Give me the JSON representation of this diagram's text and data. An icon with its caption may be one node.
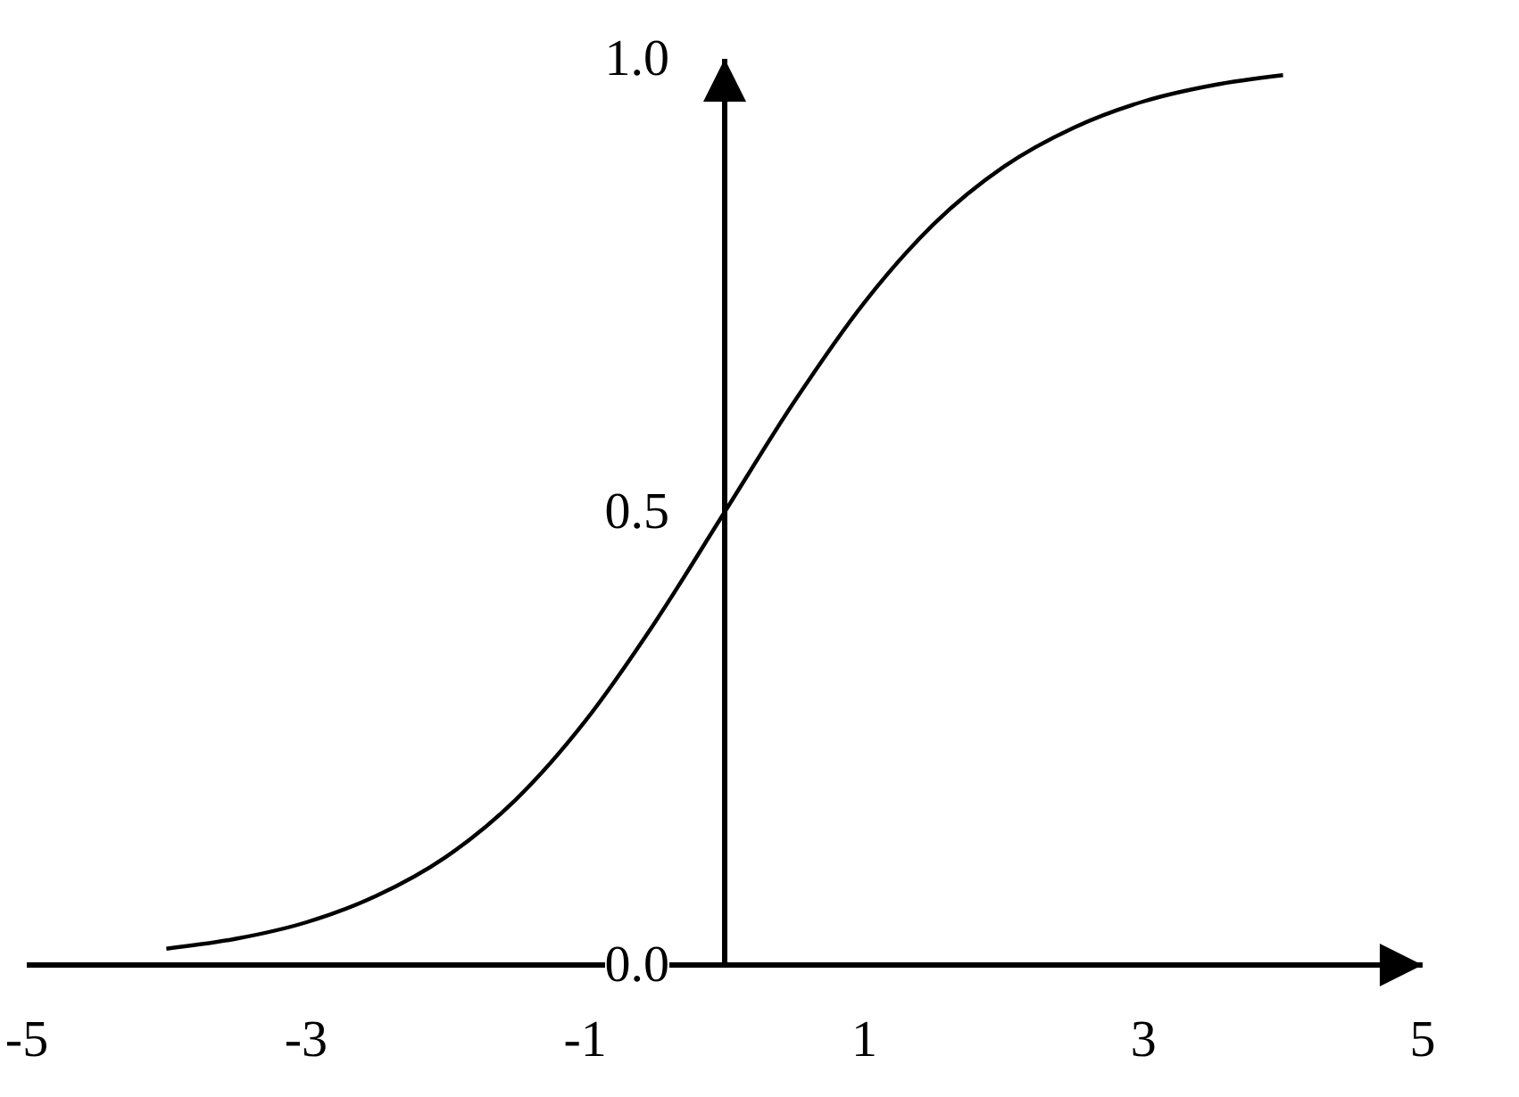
{
  "diagram": {
    "chart_data": {
      "type": "line",
      "x": [
        -4,
        -3.5,
        -3,
        -2.5,
        -2,
        -1.5,
        -1,
        -0.5,
        0,
        0.5,
        1,
        1.5,
        2,
        2.5,
        3,
        3.5,
        4
      ],
      "series": [
        {
          "color": "#000000",
          "values": [
            0.018,
            0.029,
            0.047,
            0.076,
            0.119,
            0.182,
            0.269,
            0.378,
            0.5,
            0.622,
            0.731,
            0.818,
            0.881,
            0.924,
            0.953,
            0.971,
            0.982
          ]
        }
      ],
      "xlim": [
        -5,
        5
      ],
      "ylim": [
        0,
        1
      ],
      "xticks": [
        -5,
        -3,
        -1,
        1,
        3,
        5
      ],
      "yticks": [
        {
          "value": 0,
          "label": "0.0"
        },
        {
          "value": 0.5,
          "label": "0.5"
        },
        {
          "value": 1,
          "label": "1.0"
        }
      ]
    }
  }
}
